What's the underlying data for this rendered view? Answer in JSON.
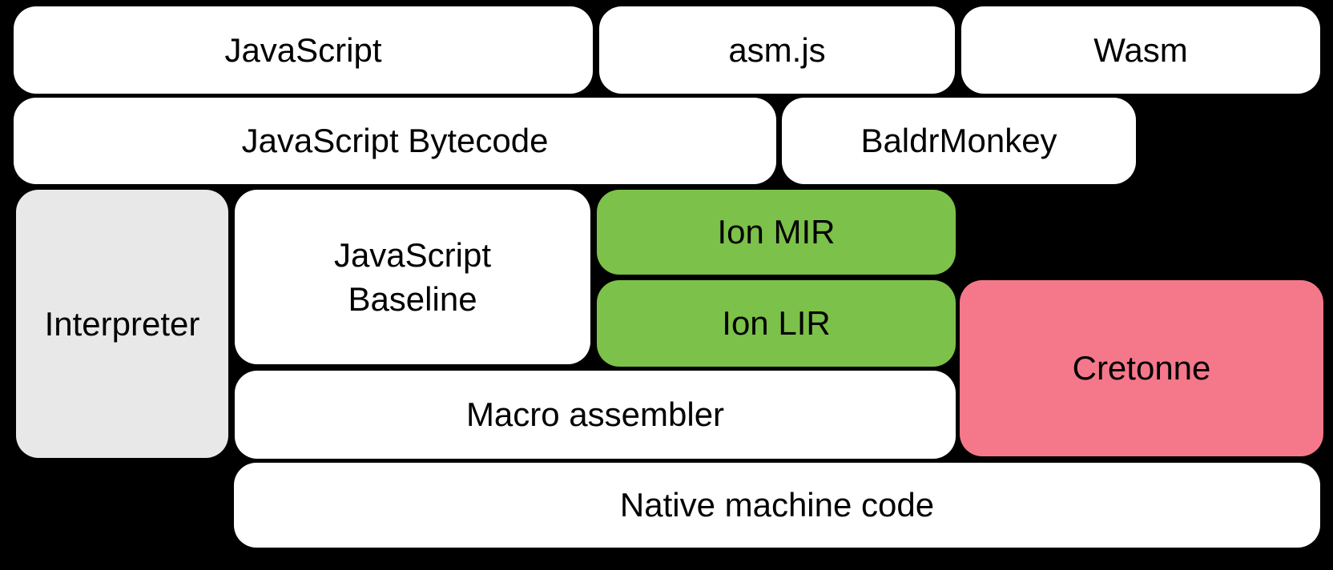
{
  "diagram": {
    "description": "JavaScript engine compiler pipeline diagram",
    "background": "#000000",
    "text_color": "#000000",
    "palette": {
      "white_box": "#ffffff",
      "gray_box": "#e8e8e8",
      "green_box": "#7cc14a",
      "pink_box": "#f4788a"
    },
    "nodes": [
      {
        "id": "javascript",
        "label": "JavaScript",
        "color": "#ffffff"
      },
      {
        "id": "asmjs",
        "label": "asm.js",
        "color": "#ffffff"
      },
      {
        "id": "wasm",
        "label": "Wasm",
        "color": "#ffffff"
      },
      {
        "id": "js-bytecode",
        "label": "JavaScript Bytecode",
        "color": "#ffffff"
      },
      {
        "id": "baldrmonkey",
        "label": "BaldrMonkey",
        "color": "#ffffff"
      },
      {
        "id": "interpreter",
        "label": "Interpreter",
        "color": "#e8e8e8"
      },
      {
        "id": "js-baseline",
        "label": "JavaScript\nBaseline",
        "color": "#ffffff"
      },
      {
        "id": "ion-mir",
        "label": "Ion MIR",
        "color": "#7cc14a"
      },
      {
        "id": "ion-lir",
        "label": "Ion LIR",
        "color": "#7cc14a"
      },
      {
        "id": "cretonne",
        "label": "Cretonne",
        "color": "#f4788a"
      },
      {
        "id": "macro-assembler",
        "label": "Macro assembler",
        "color": "#ffffff"
      },
      {
        "id": "native-machine-code",
        "label": "Native machine code",
        "color": "#ffffff"
      }
    ]
  }
}
